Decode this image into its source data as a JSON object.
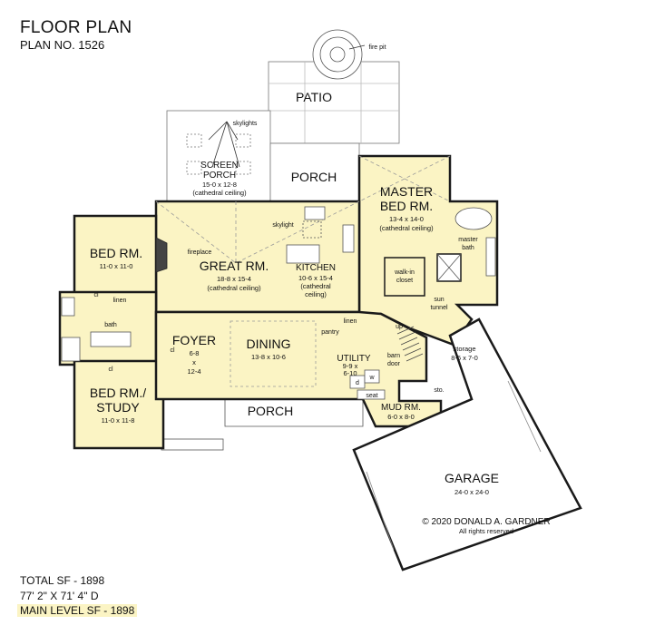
{
  "header": {
    "title": "FLOOR PLAN",
    "plan_no": "PLAN NO. 1526"
  },
  "stats": {
    "total": "TOTAL SF - 1898",
    "dims": "77' 2\" X 71' 4\" D",
    "main": "MAIN LEVEL SF - 1898"
  },
  "rooms": {
    "patio": "PATIO",
    "fire_pit": "fire pit",
    "screen_porch": {
      "name": "SCREEN",
      "name2": "PORCH",
      "dims": "15-0 x 12-8",
      "note": "(cathedral ceiling)"
    },
    "skylights": "skylights",
    "porch_rear": "PORCH",
    "master": {
      "name": "MASTER",
      "name2": "BED RM.",
      "dims": "13-4 x 14-0",
      "note": "(cathedral ceiling)"
    },
    "master_bath": {
      "l1": "master",
      "l2": "bath"
    },
    "walk_in": {
      "l1": "walk-in",
      "l2": "closet"
    },
    "sun_tunnel": {
      "l1": "sun",
      "l2": "tunnel"
    },
    "bed1": {
      "name": "BED RM.",
      "dims": "11-0 x 11-0"
    },
    "great": {
      "name": "GREAT RM.",
      "dims": "18-8 x 15-4",
      "note": "(cathedral ceiling)"
    },
    "fireplace": "fireplace",
    "skylight": "skylight",
    "kitchen": {
      "name": "KITCHEN",
      "dims": "10-6 x 15-4",
      "note1": "(cathedral",
      "note2": "ceiling)"
    },
    "cl1": "cl",
    "linen1": "linen",
    "bath": "bath",
    "cl2": "cl",
    "foyer": {
      "name": "FOYER",
      "d1": "6-8",
      "d2": "x",
      "d3": "12-4"
    },
    "cl3": "cl",
    "dining": {
      "name": "DINING",
      "dims": "13-8 x 10-6"
    },
    "pantry": "pantry",
    "linen2": "linen",
    "utility": {
      "name": "UTILITY",
      "d1": "9-9 x",
      "d2": "6-10"
    },
    "dryer": "d",
    "washer": "w",
    "seat": "seat",
    "barn_door": {
      "l1": "barn",
      "l2": "door"
    },
    "up": "up",
    "storage": {
      "name": "storage",
      "dims": "8-6 x 7-0"
    },
    "sto": "sto.",
    "mud": {
      "name": "MUD RM.",
      "dims": "6-0 x 8-0"
    },
    "bed2": {
      "name": "BED RM./",
      "name2": "STUDY",
      "dims": "11-0 x 11-8"
    },
    "porch_front": "PORCH",
    "garage": {
      "name": "GARAGE",
      "dims": "24-0 x 24-0"
    }
  },
  "copyright": {
    "line1": "© 2020 DONALD A. GARDNER",
    "line2": "All rights reserved"
  },
  "colors": {
    "interior": "#fbf4c4",
    "wall": "#1a1a1a",
    "exterior": "#ffffff"
  }
}
